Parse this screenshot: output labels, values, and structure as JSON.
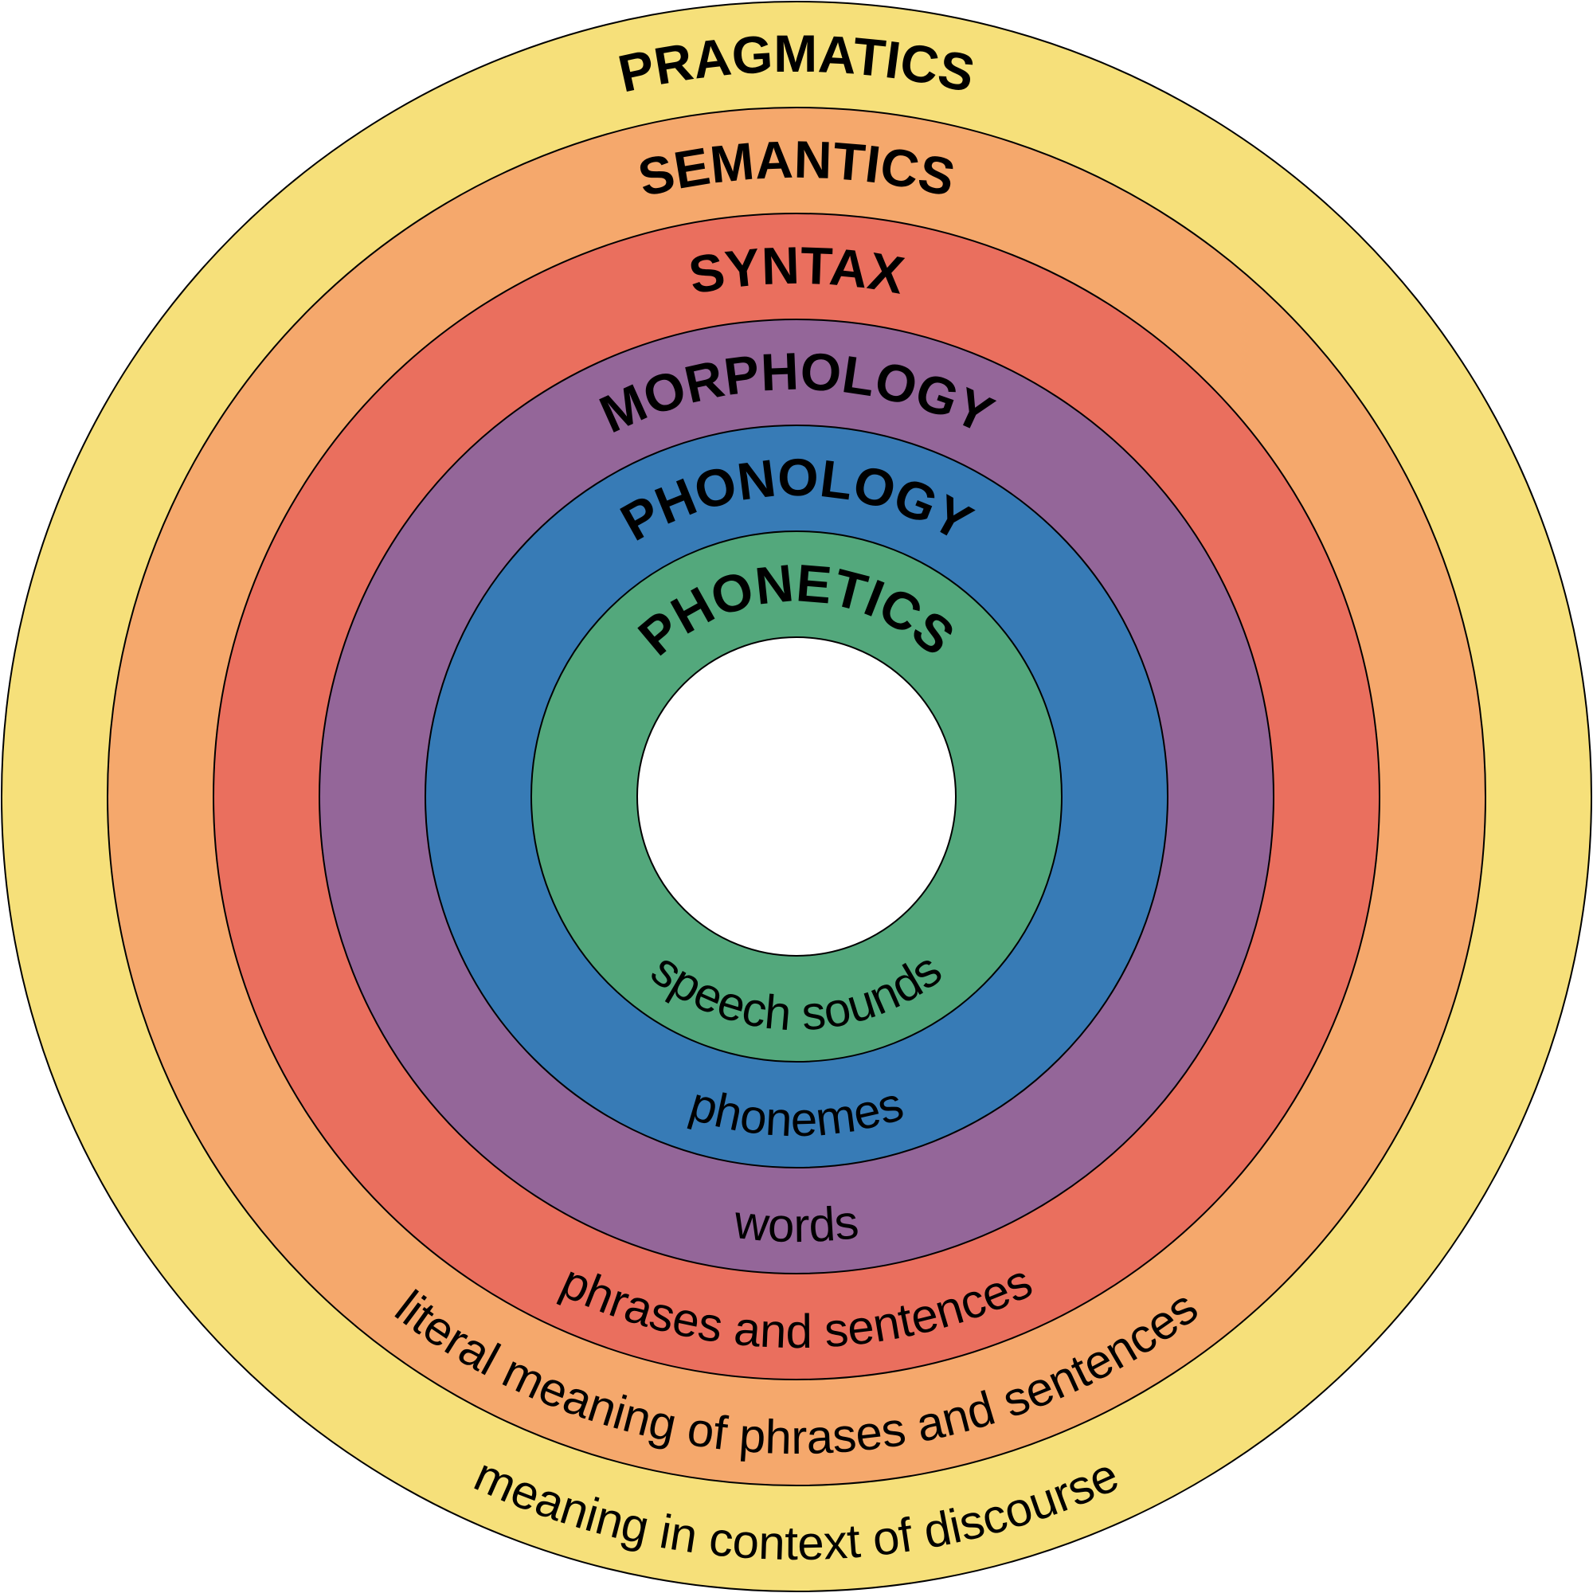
{
  "diagram": {
    "rings": [
      {
        "title": "PRAGMATICS",
        "description": "meaning in context of discourse",
        "color": "#F6E07A"
      },
      {
        "title": "SEMANTICS",
        "description": "literal meaning of phrases and sentences",
        "color": "#F5A86C"
      },
      {
        "title": "SYNTAX",
        "description": "phrases and sentences",
        "color": "#EA6F5E"
      },
      {
        "title": "MORPHOLOGY",
        "description": "words",
        "color": "#946699"
      },
      {
        "title": "PHONOLOGY",
        "description": "phonemes",
        "color": "#377BB6"
      },
      {
        "title": "PHONETICS",
        "description": "speech sounds",
        "color": "#53A87C"
      }
    ],
    "center_color": "#FFFFFF"
  }
}
